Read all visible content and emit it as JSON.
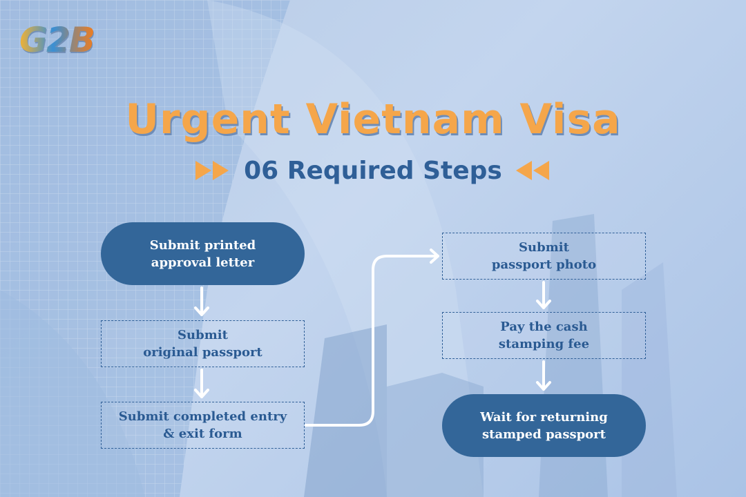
{
  "logo": {
    "text": "G2B"
  },
  "title": "Urgent Vietnam Visa",
  "subtitle": "06 Required Steps",
  "icons": {
    "left": "fast-forward-icon",
    "right": "rewind-icon",
    "connector": "arrow-icon"
  },
  "colors": {
    "title": "#f5a64a",
    "subtitle": "#2f5f97",
    "pill": "#336699",
    "dashed_border": "#2f5f97",
    "arrow": "#ffffff",
    "triangles": "#f5a64a"
  },
  "steps": [
    {
      "text": "Submit printed\napproval letter",
      "style": "pill"
    },
    {
      "text": "Submit\noriginal passport",
      "style": "dashed"
    },
    {
      "text": "Submit completed entry\n& exit form",
      "style": "dashed"
    },
    {
      "text": "Submit\npassport photo",
      "style": "dashed"
    },
    {
      "text": "Pay the cash\nstamping fee",
      "style": "dashed"
    },
    {
      "text": "Wait for returning\nstamped passport",
      "style": "pill"
    }
  ]
}
